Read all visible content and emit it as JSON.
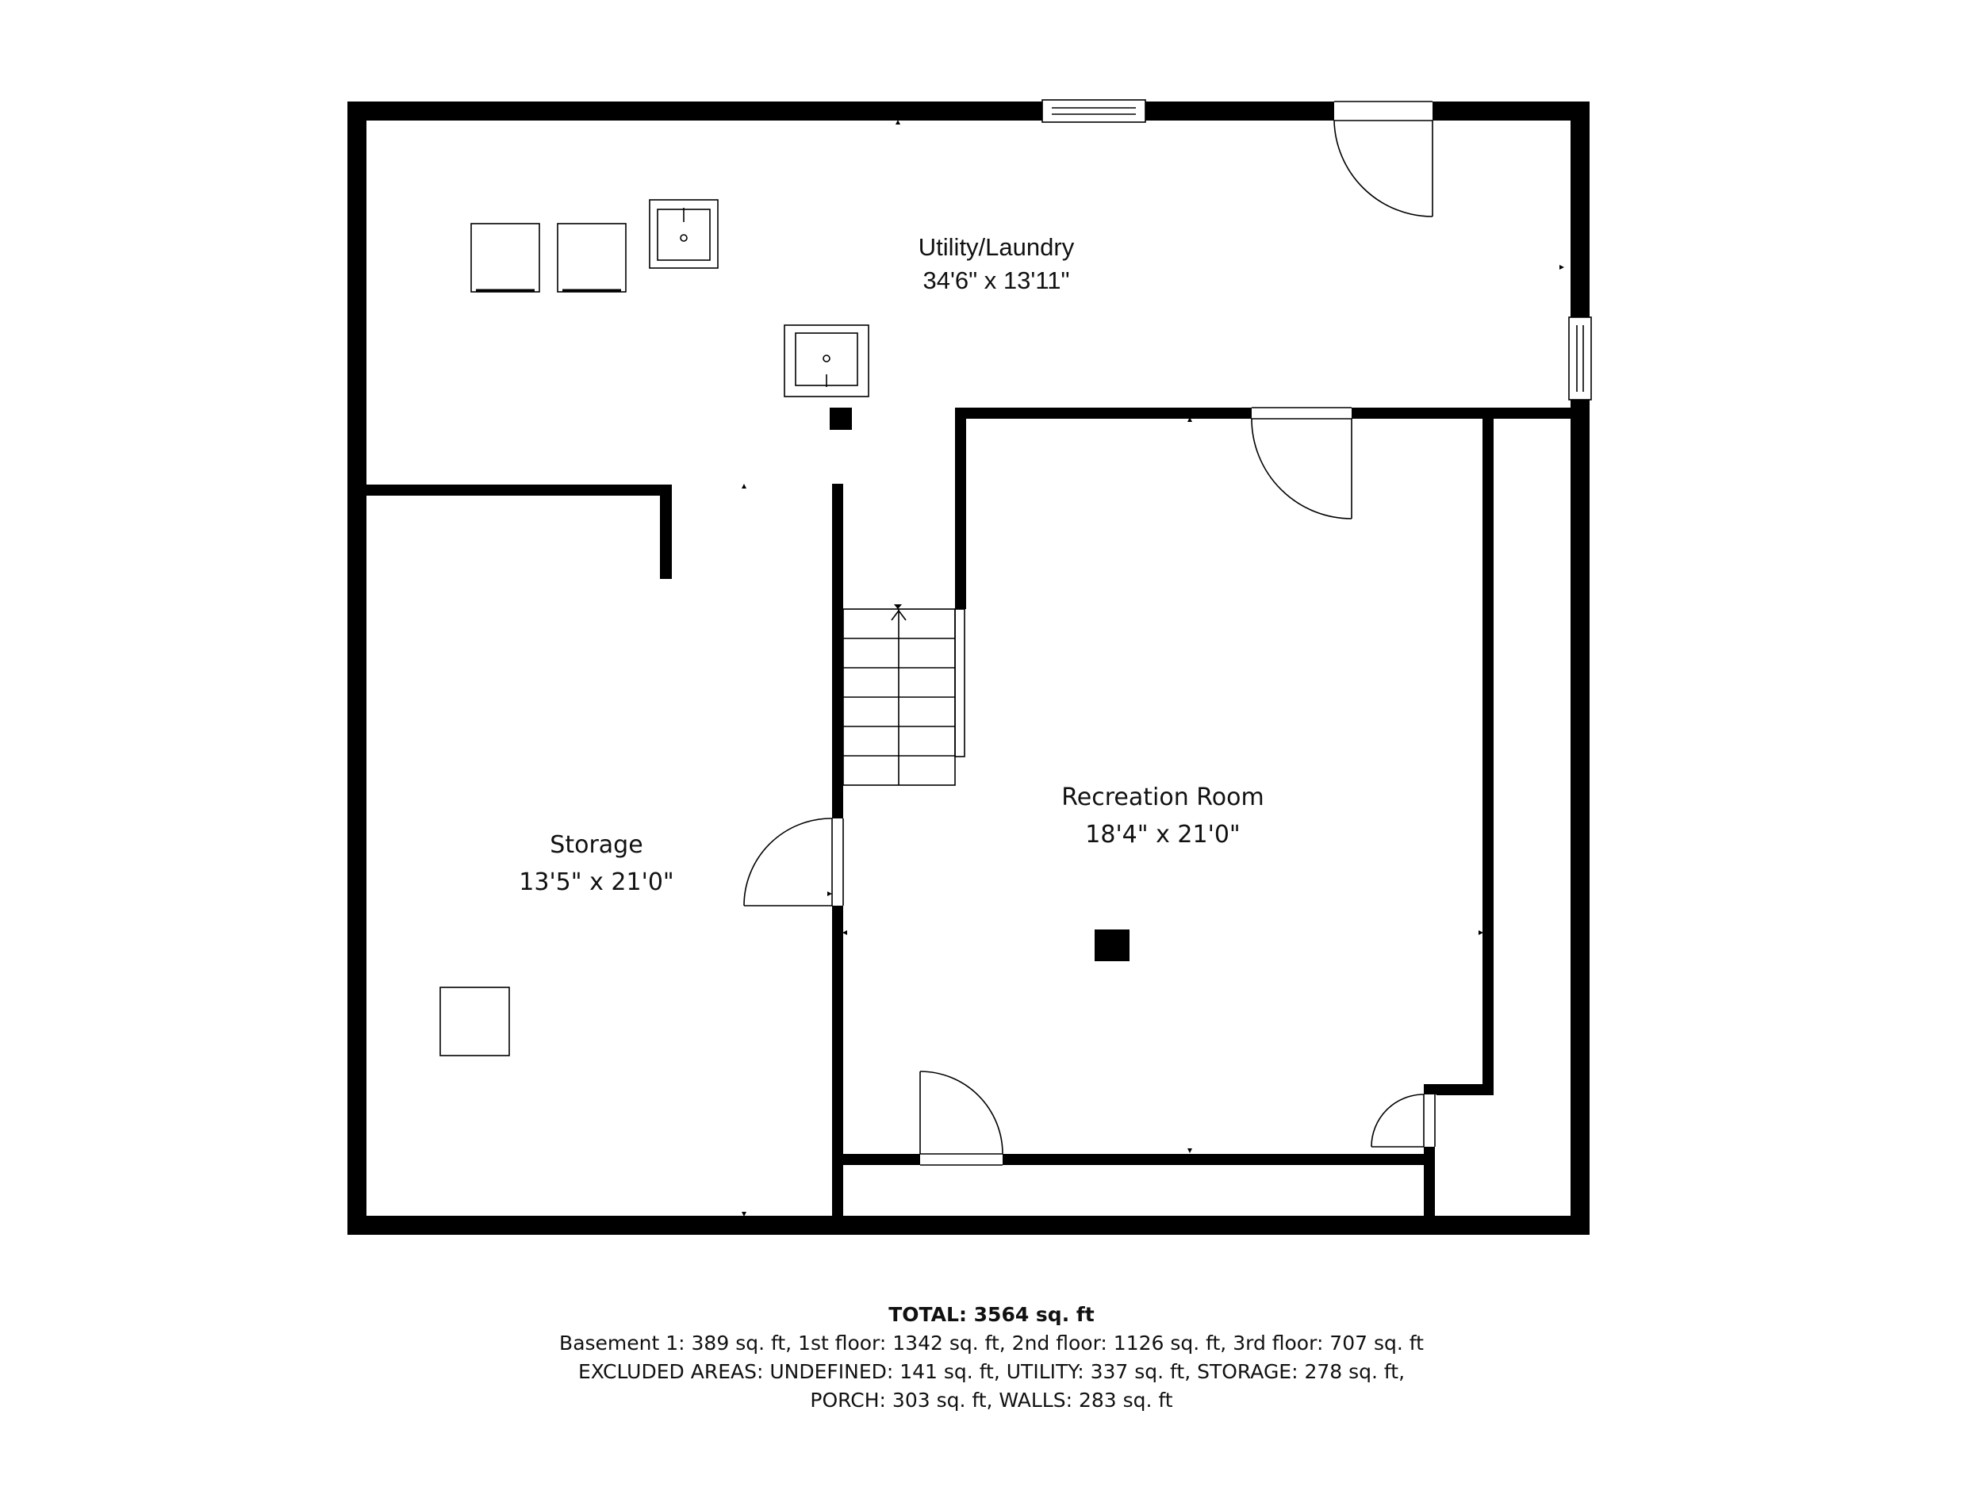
{
  "rooms": {
    "utility": {
      "name": "Utility/Laundry",
      "dims": "34'6\" x 13'11\""
    },
    "storage": {
      "name": "Storage",
      "dims": "13'5\" x 21'0\""
    },
    "recreation": {
      "name": "Recreation Room",
      "dims": "18'4\" x 21'0\""
    }
  },
  "summary": {
    "total": "TOTAL: 3564 sq. ft",
    "floors": "Basement 1: 389 sq. ft, 1st floor: 1342 sq. ft, 2nd floor: 1126 sq. ft, 3rd floor: 707 sq. ft",
    "excluded_line1": "EXCLUDED AREAS: UNDEFINED: 141 sq. ft, UTILITY: 337 sq. ft, STORAGE: 278 sq. ft,",
    "excluded_line2": "PORCH: 303 sq. ft, WALLS: 283 sq. ft"
  },
  "colors": {
    "wall": "#000000",
    "background": "#ffffff",
    "text": "#111111"
  }
}
